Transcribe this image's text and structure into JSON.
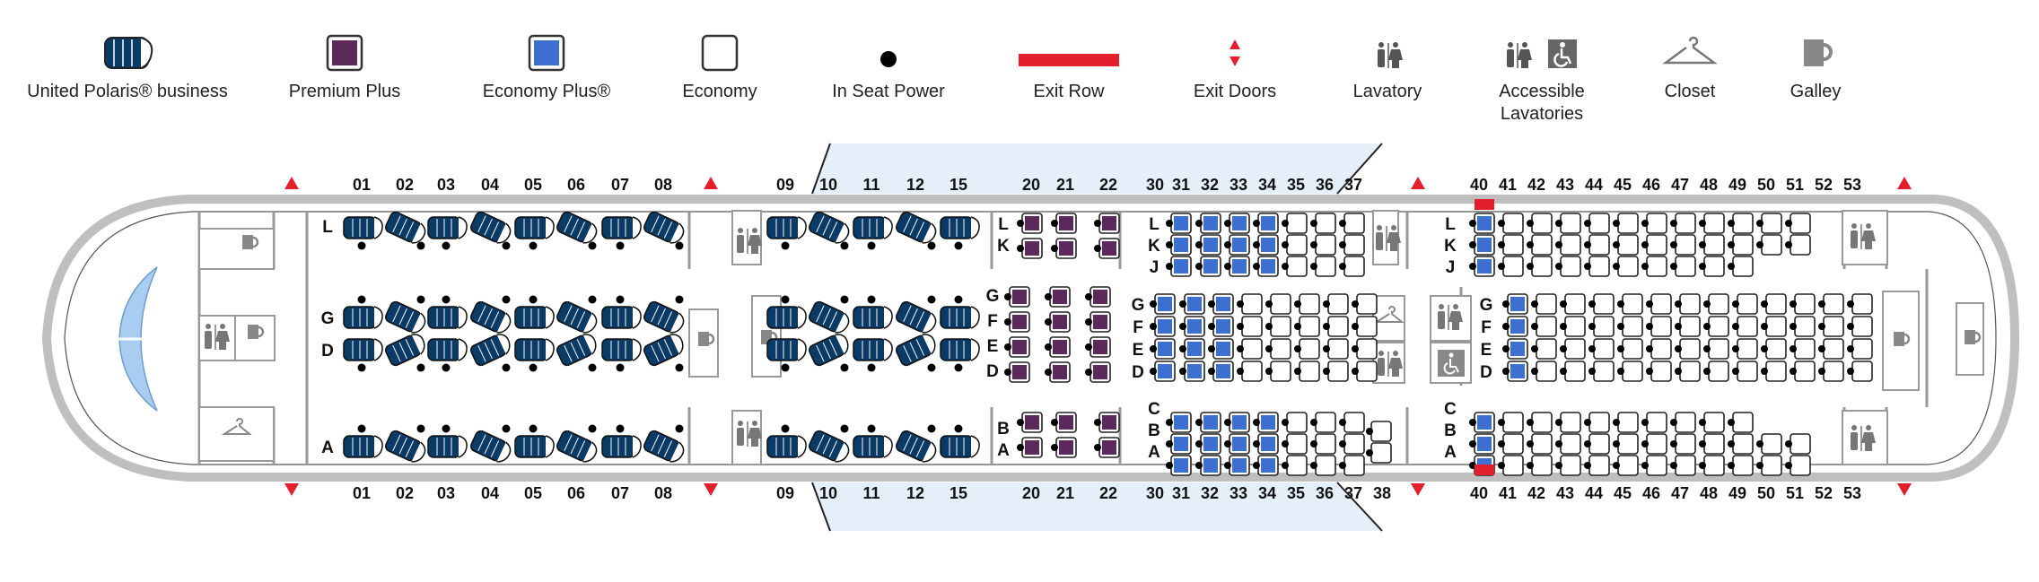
{
  "legend": [
    {
      "icon": "polaris-seat-icon",
      "label": "United Polaris® business"
    },
    {
      "icon": "premium-plus-seat-icon",
      "label": "Premium Plus"
    },
    {
      "icon": "economy-plus-seat-icon",
      "label": "Economy Plus®"
    },
    {
      "icon": "economy-seat-icon",
      "label": "Economy"
    },
    {
      "icon": "power-dot-icon",
      "label": "In Seat Power"
    },
    {
      "icon": "exit-row-bar-icon",
      "label": "Exit Row"
    },
    {
      "icon": "exit-door-triangles-icon",
      "label": "Exit Doors"
    },
    {
      "icon": "lavatory-icon",
      "label": "Lavatory"
    },
    {
      "icon": "accessible-lavatory-icon",
      "label": "Accessible Lavatories"
    },
    {
      "icon": "closet-hanger-icon",
      "label": "Closet"
    },
    {
      "icon": "galley-cup-icon",
      "label": "Galley"
    }
  ],
  "colors": {
    "polaris": "#0a3a66",
    "premium_plus": "#5b2a5a",
    "economy_plus": "#3d6fd1",
    "exit": "#e31e2d",
    "fuselage": "#bfbfbf"
  },
  "cabins": {
    "polaris_fwd": {
      "rows": [
        "01",
        "02",
        "03",
        "04",
        "05",
        "06",
        "07",
        "08"
      ],
      "letters_left": [
        "L",
        "G",
        "D",
        "A"
      ]
    },
    "polaris_aft": {
      "rows": [
        "09",
        "10",
        "11",
        "12",
        "15"
      ]
    },
    "premium_plus": {
      "rows": [
        "20",
        "21",
        "22"
      ],
      "letters_top": [
        "L",
        "K"
      ],
      "letters_mid": [
        "G",
        "F",
        "E",
        "D"
      ],
      "letters_bot": [
        "B",
        "A"
      ]
    },
    "economy_fwd": {
      "rows_top": [
        "30",
        "31",
        "32",
        "33",
        "34",
        "35",
        "36",
        "37"
      ],
      "rows_bottom": [
        "30",
        "31",
        "32",
        "33",
        "34",
        "35",
        "36",
        "37",
        "38"
      ],
      "letters_top": [
        "L",
        "K",
        "J"
      ],
      "letters_mid": [
        "G",
        "F",
        "E",
        "D"
      ],
      "letters_bot": [
        "C",
        "B",
        "A"
      ]
    },
    "economy_aft": {
      "rows": [
        "40",
        "41",
        "42",
        "43",
        "44",
        "45",
        "46",
        "47",
        "48",
        "49",
        "50",
        "51",
        "52",
        "53"
      ],
      "letters_top": [
        "L",
        "K",
        "J"
      ],
      "letters_mid": [
        "G",
        "F",
        "E",
        "D"
      ],
      "letters_bot": [
        "C",
        "B",
        "A"
      ]
    }
  }
}
